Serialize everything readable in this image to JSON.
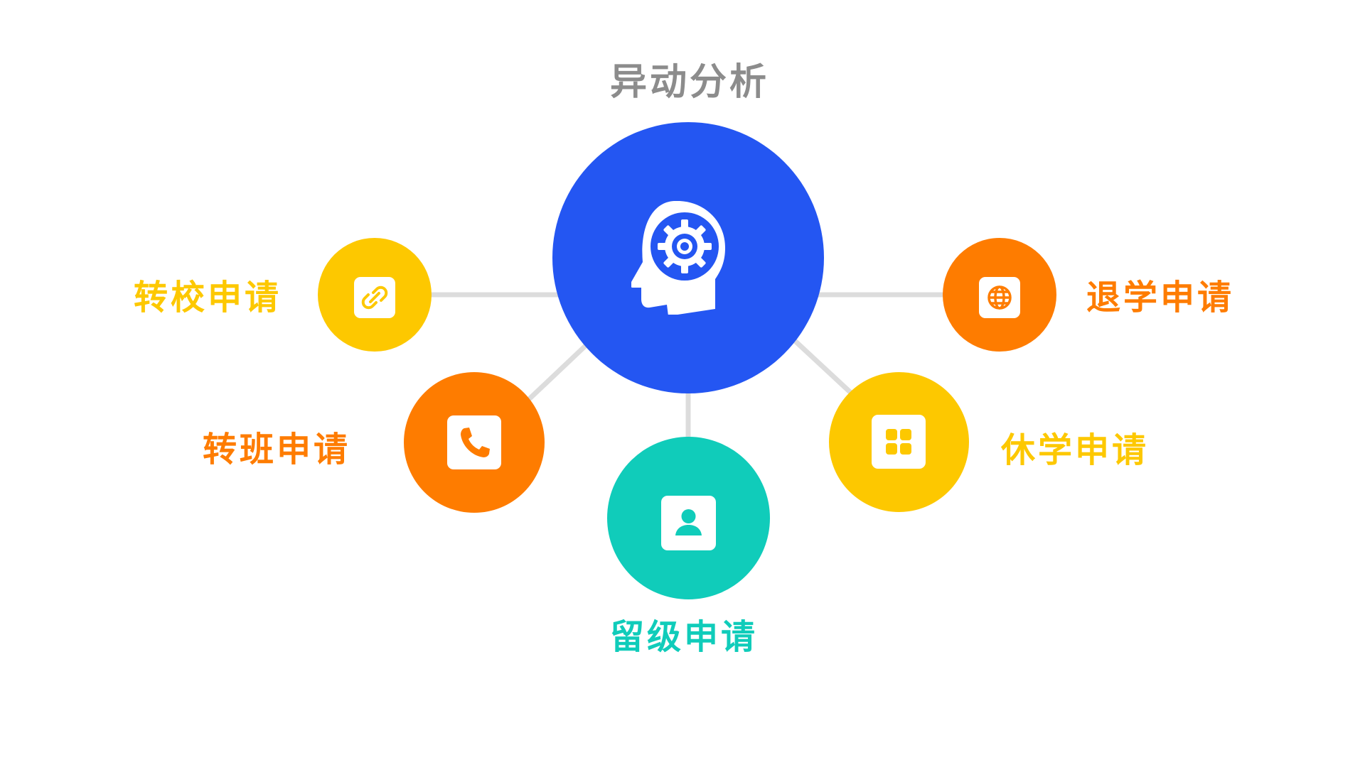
{
  "hub": {
    "title": "异动分析",
    "color": "#2456f2",
    "title_color": "#8c8c8c",
    "icon": "head-gear-icon"
  },
  "nodes": [
    {
      "id": "transfer-school",
      "label": "转校申请",
      "color": "#fdc800",
      "icon": "link-icon"
    },
    {
      "id": "transfer-class",
      "label": "转班申请",
      "color": "#fe7c00",
      "icon": "phone-icon"
    },
    {
      "id": "repeat-grade",
      "label": "留级申请",
      "color": "#10ccba",
      "icon": "user-card-icon"
    },
    {
      "id": "suspend-study",
      "label": "休学申请",
      "color": "#fdc800",
      "icon": "grid-icon"
    },
    {
      "id": "withdraw",
      "label": "退学申请",
      "color": "#fe7c00",
      "icon": "globe-icon"
    }
  ],
  "connector_color": "#dcdcdc"
}
